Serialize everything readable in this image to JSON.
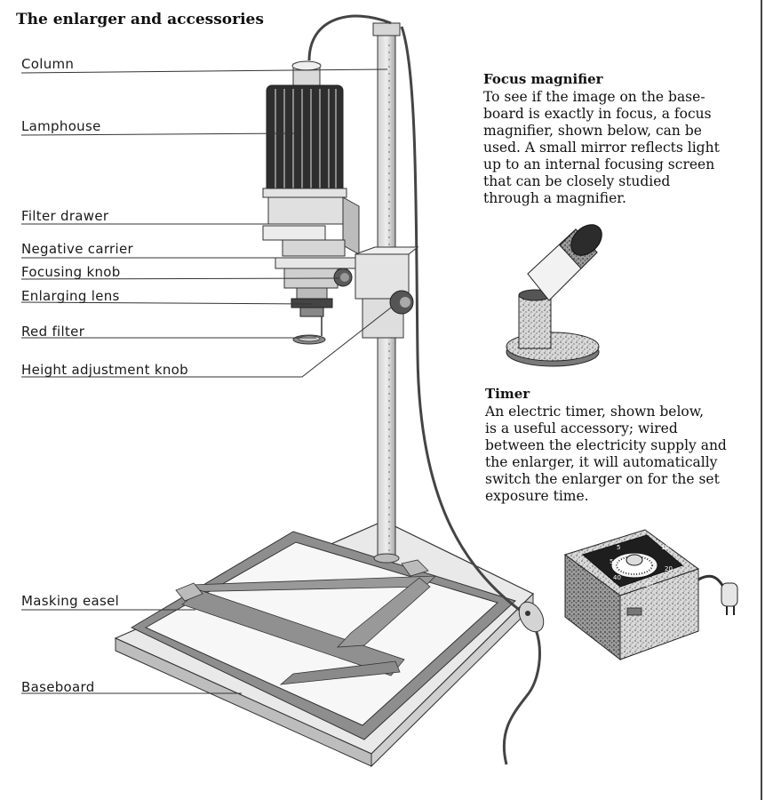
{
  "title": "The enlarger and accessories",
  "labels": {
    "column": "Column",
    "lamphouse": "Lamphouse",
    "filter_drawer": "Filter drawer",
    "negative_carrier": "Negative carrier",
    "focusing_knob": "Focusing knob",
    "enlarging_lens": "Enlarging lens",
    "red_filter": "Red filter",
    "height_knob": "Height adjustment knob",
    "masking_easel": "Masking easel",
    "baseboard": "Baseboard"
  },
  "focus_magnifier": {
    "heading": "Focus magnifier",
    "lines": [
      "To see if the image on the base-",
      "board is exactly in focus, a focus",
      "magnifier, shown below, can be",
      "used. A small mirror reflects light",
      "up to an internal focusing screen",
      "that can be closely studied",
      "through a magnifier."
    ]
  },
  "timer": {
    "heading": "Timer",
    "lines": [
      "An electric timer, shown below,",
      "is a useful accessory; wired",
      "between the electricity supply and",
      "the enlarger, it will automatically",
      "switch the enlarger on for the set",
      "exposure time."
    ],
    "dial_numbers": [
      "50",
      "10",
      "20",
      "30",
      "40",
      "5"
    ]
  }
}
